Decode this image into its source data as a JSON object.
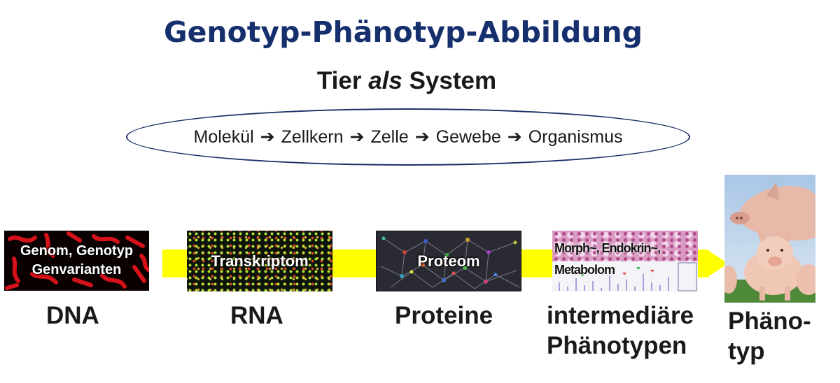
{
  "title": "Genotyp-Phänotyp-Abbildung",
  "subtitle": {
    "pre": "Tier ",
    "em": "als",
    "post": " System"
  },
  "levels": [
    "Molekül",
    "Zellkern",
    "Zelle",
    "Gewebe",
    "Organismus"
  ],
  "level_arrow": "➔",
  "panels": {
    "dna": {
      "line1": "Genom, Genotyp",
      "line2": "Genvarianten"
    },
    "rna": {
      "text": "Transkriptom"
    },
    "proteins": {
      "text": "Proteom"
    },
    "intermediate": {
      "line1": "Morph~, Endokrin~,",
      "line2": "Metabolom"
    }
  },
  "labels": {
    "dna": "DNA",
    "rna": "RNA",
    "proteins": "Proteine",
    "intermediate_line1": "intermediäre",
    "intermediate_line2": "Phänotypen",
    "phenotype_line1": "Phäno-",
    "phenotype_line2": "typ"
  },
  "colors": {
    "title": "#16306e",
    "ellipse": "#1b2f66",
    "band": "#ffff00",
    "dna_panel": "#0a0000",
    "dna_strands": "#e0141c"
  }
}
